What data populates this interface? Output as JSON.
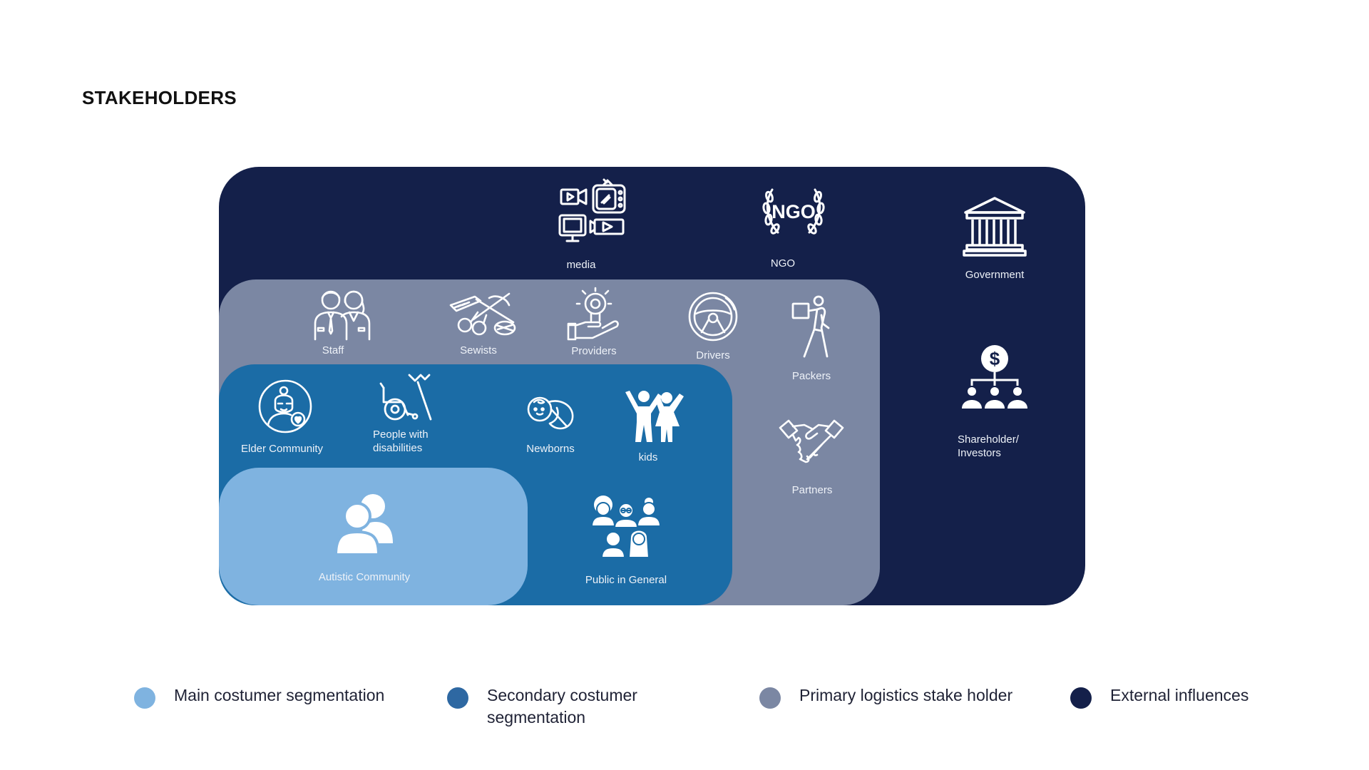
{
  "title": "STAKEHOLDERS",
  "colors": {
    "external": "#14204a",
    "primary": "#7b87a3",
    "secondary": "#1b6ca6",
    "main": "#7fb3e0"
  },
  "items": {
    "media": {
      "label": "media",
      "icon": "media-devices-icon"
    },
    "ngo": {
      "label": "NGO",
      "icon": "ngo-laurel-icon"
    },
    "government": {
      "label": "Government",
      "icon": "government-building-icon"
    },
    "shareholder": {
      "label": "Shareholder/\nInvestors",
      "icon": "shareholder-investors-icon"
    },
    "staff": {
      "label": "Staff",
      "icon": "staff-people-icon"
    },
    "sewists": {
      "label": "Sewists",
      "icon": "sewing-scissors-icon"
    },
    "providers": {
      "label": "Providers",
      "icon": "provider-hand-gear-icon"
    },
    "drivers": {
      "label": "Drivers",
      "icon": "steering-wheel-icon"
    },
    "packers": {
      "label": "Packers",
      "icon": "person-carrying-box-icon"
    },
    "partners": {
      "label": "Partners",
      "icon": "handshake-icon"
    },
    "elder": {
      "label": "Elder Community",
      "icon": "elder-person-icon"
    },
    "disabilities": {
      "label": "People with\ndisabilities",
      "icon": "wheelchair-icon"
    },
    "newborns": {
      "label": "Newborns",
      "icon": "newborn-baby-icon"
    },
    "kids": {
      "label": "kids",
      "icon": "kids-icon"
    },
    "autistic": {
      "label": "Autistic Community",
      "icon": "community-people-icon"
    },
    "public": {
      "label": "Public in General",
      "icon": "diverse-public-icon"
    }
  },
  "legend": [
    {
      "label": "Main costumer segmentation",
      "color": "#7fb3e0"
    },
    {
      "label": "Secondary  costumer\nsegmentation",
      "color": "#2e68a2"
    },
    {
      "label": "Primary logistics stake holder",
      "color": "#7b87a3"
    },
    {
      "label": "External influences",
      "color": "#14204a"
    }
  ]
}
